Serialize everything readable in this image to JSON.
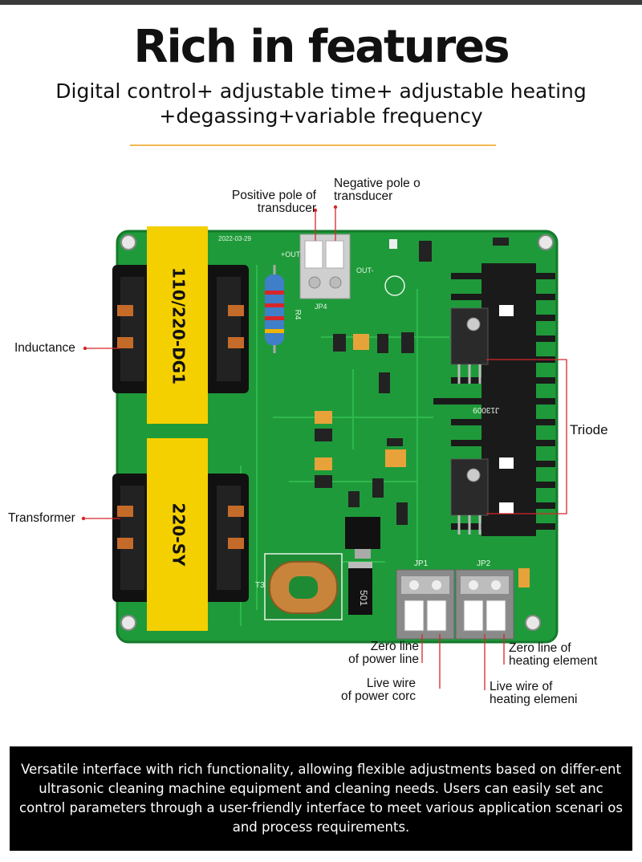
{
  "header": {
    "title": "Rich in features",
    "subtitle_line1": "Digital control+ adjustable time+ adjustable heating",
    "subtitle_line2": "+degassing+variable frequency"
  },
  "board": {
    "marking_inductor": "110/220-DG1",
    "marking_transformer": "220-SY",
    "marking_resistor": "R4",
    "marking_connector": "JP4",
    "marking_out_pos": "+OUT",
    "marking_out_neg": "OUT-",
    "marking_jp1": "JP1",
    "marking_jp2": "JP2",
    "marking_t3": "T3",
    "marking_diode": "501",
    "marking_chip": "J13009",
    "marking_date": "2022-03-29",
    "pcb_color": "#1f9a3a",
    "core_color": "#f5d000"
  },
  "labels": {
    "positive_line1": "Positive pole of",
    "positive_line2": "transducer",
    "negative_line1": "Negative pole o",
    "negative_line2": "transducer",
    "inductance": "Inductance",
    "transformer": "Transformer",
    "triode": "Triode",
    "zero_power_line1": "Zero line",
    "zero_power_line2": "of power line",
    "live_power_line1": "Live wire",
    "live_power_line2": "of power corc",
    "zero_heat_line1": "Zero line of",
    "zero_heat_line2": "heating element",
    "live_heat_line1": "Live wire of",
    "live_heat_line2": "heating elemeni",
    "accent_color": "#d7262a"
  },
  "description": {
    "text": "Versatile interface with rich functionality, allowing flexible adjustments based on differ-ent ultrasonic cleaning machine equipment and cleaning needs. Users can easily set anc control parameters through a user-friendly interface to meet various application scenari os and process requirements."
  }
}
